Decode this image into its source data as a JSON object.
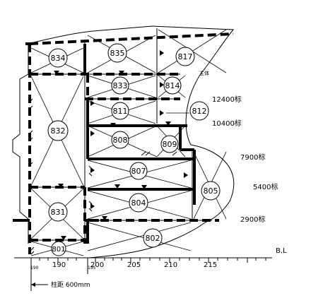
{
  "units": [
    {
      "id": "834",
      "label": "834"
    },
    {
      "id": "835",
      "label": "835"
    },
    {
      "id": "817",
      "label": "817"
    },
    {
      "id": "833",
      "label": "833"
    },
    {
      "id": "814",
      "label": "814"
    },
    {
      "id": "811",
      "label": "811"
    },
    {
      "id": "812",
      "label": "812"
    },
    {
      "id": "832",
      "label": "832"
    },
    {
      "id": "808",
      "label": "808"
    },
    {
      "id": "809",
      "label": "809"
    },
    {
      "id": "807",
      "label": "807"
    },
    {
      "id": "805",
      "label": "805"
    },
    {
      "id": "831",
      "label": "831"
    },
    {
      "id": "804",
      "label": "804"
    },
    {
      "id": "802",
      "label": "802"
    },
    {
      "id": "801",
      "label": "801"
    }
  ],
  "elevations": [
    "12400标",
    "10400标",
    "7900标",
    "5400标",
    "2900标"
  ],
  "side_note": "主体",
  "axis": {
    "name": "B.L",
    "ticks": [
      "190",
      "190",
      "195",
      "200",
      "205",
      "210",
      "215"
    ]
  },
  "scale_note": "柱距 600mm"
}
